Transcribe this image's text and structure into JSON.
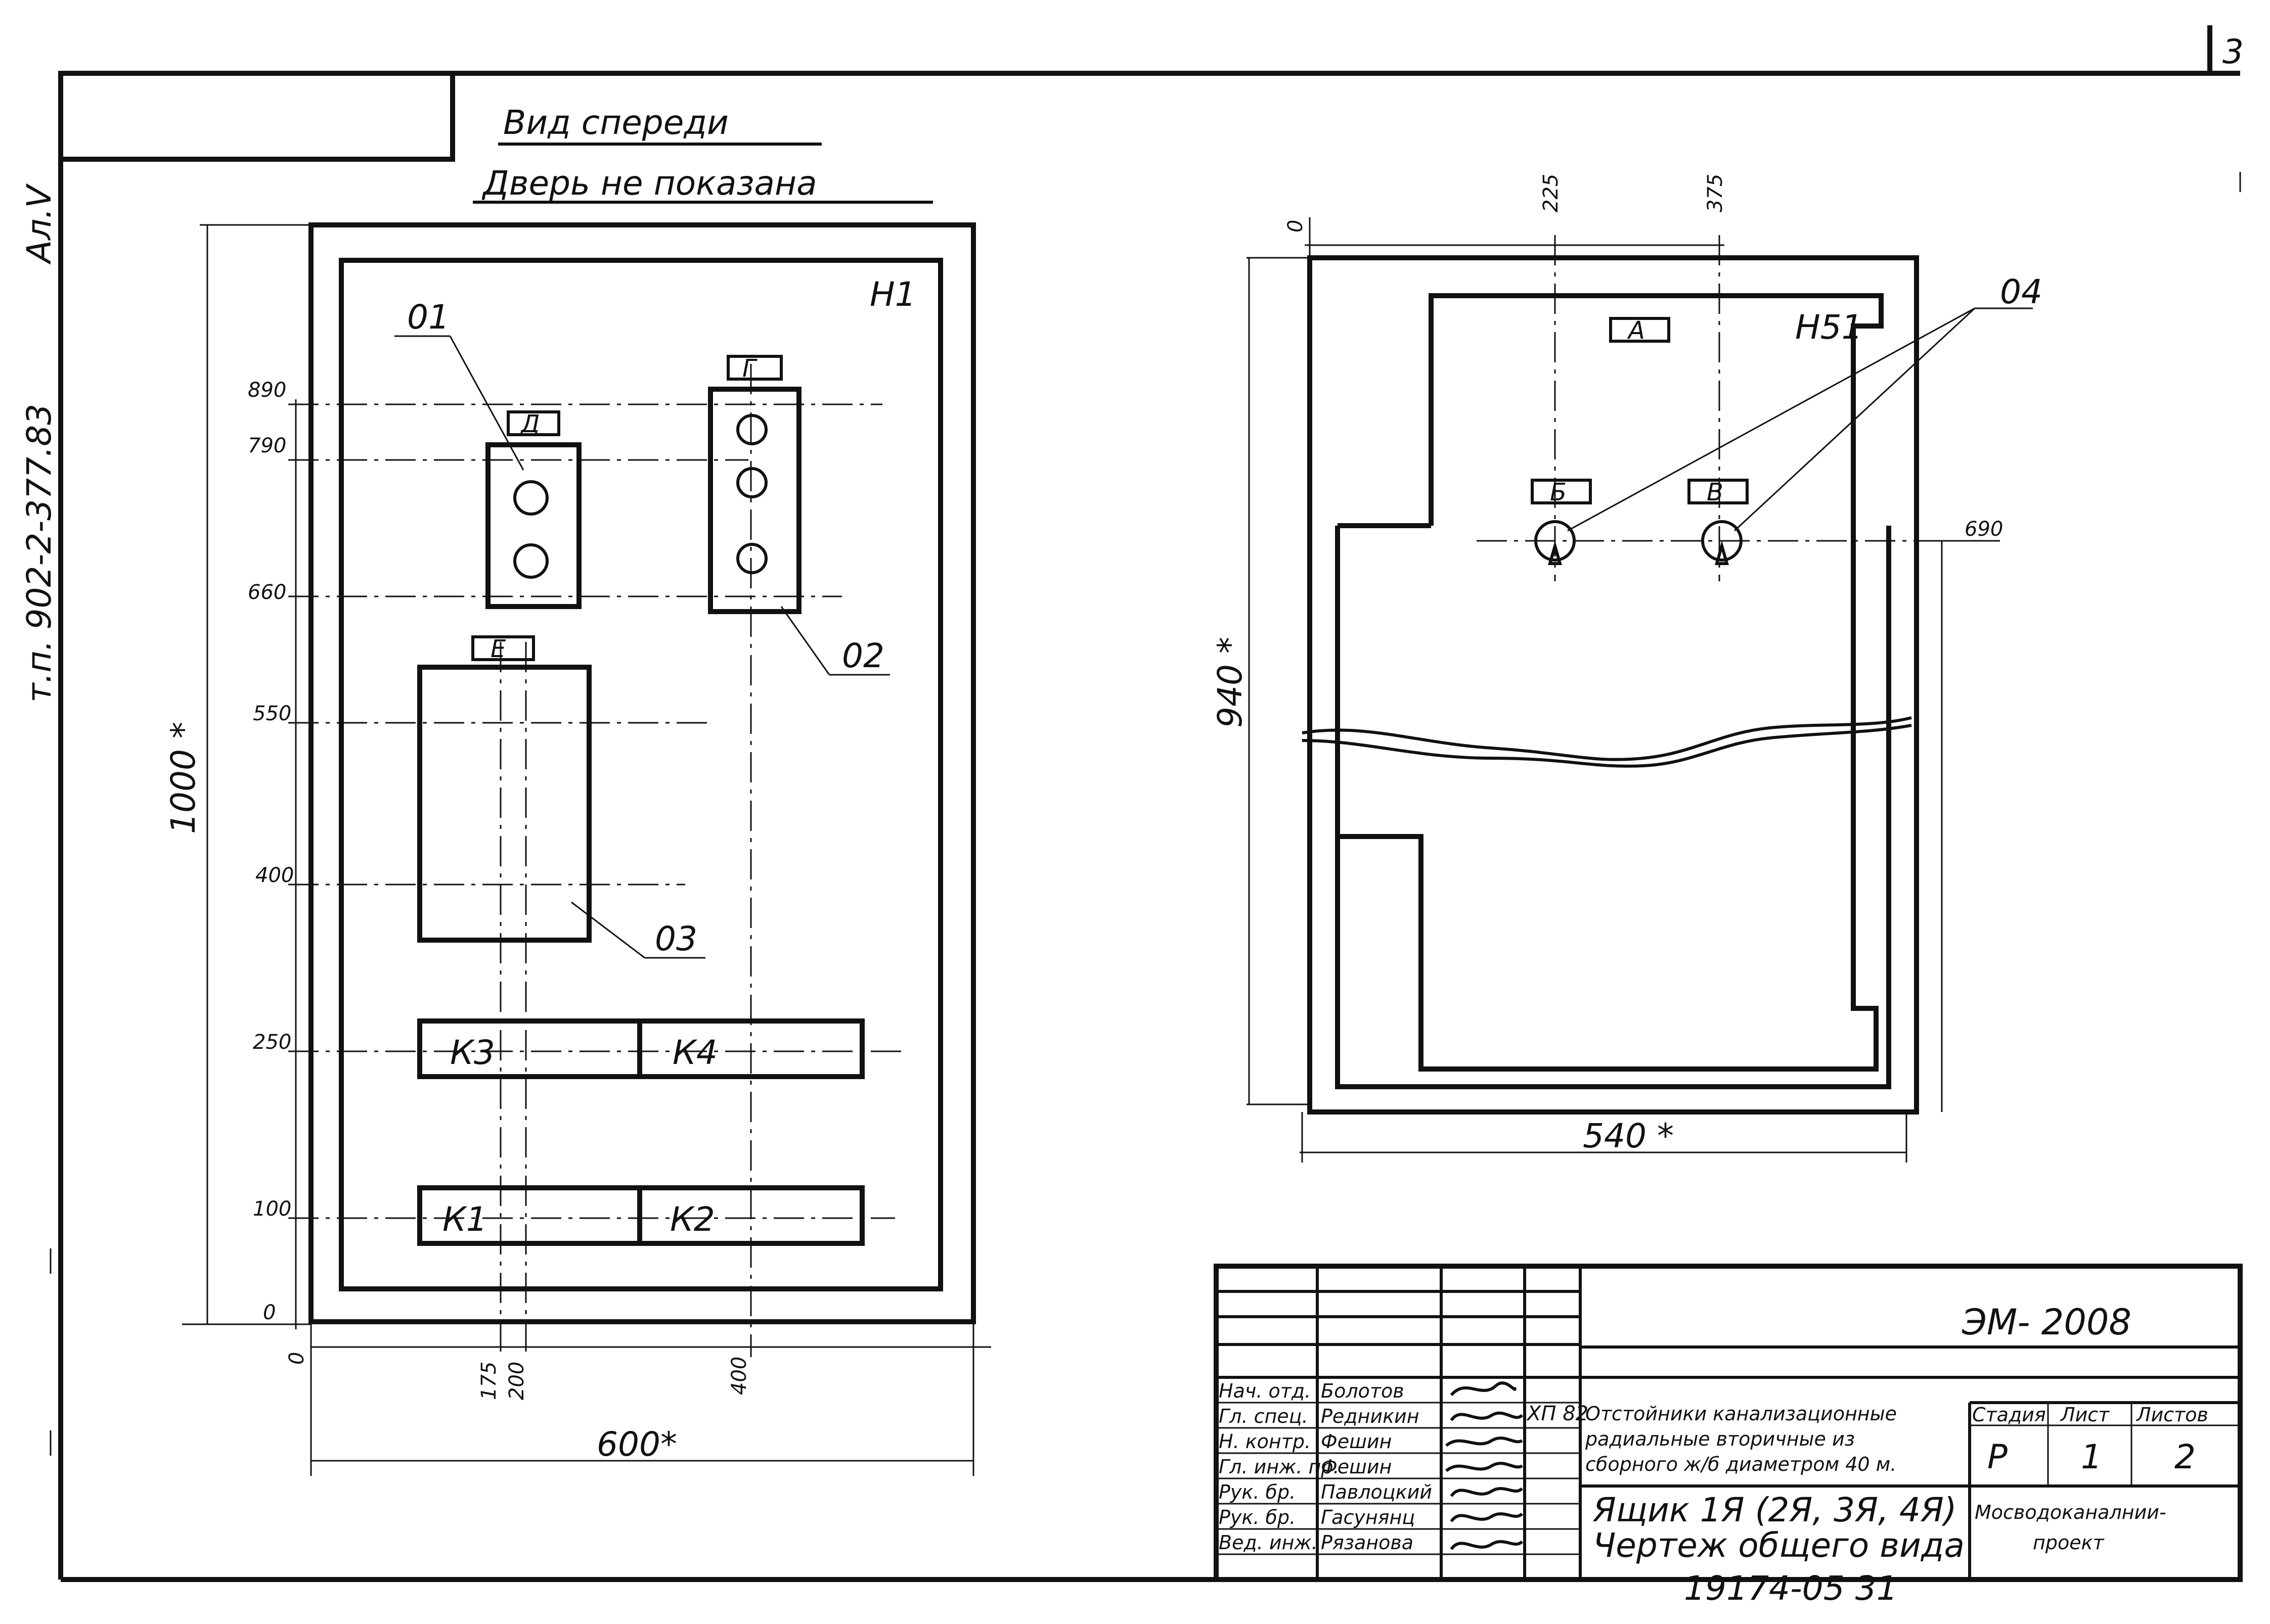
{
  "sheet": {
    "page_number": "3",
    "album": "Ал.V",
    "project_code": "т.п. 902-2-377.83",
    "bottom_number": "19174-05   31"
  },
  "front_view": {
    "title_line1": "Вид спереди",
    "title_line2": "Дверь не показана",
    "panel_label": "Н1",
    "height_dim": "1000 *",
    "width_dim": "600*",
    "levels": [
      "890",
      "790",
      "660",
      "550",
      "400",
      "250",
      "100",
      "0"
    ],
    "x_dims": [
      "0",
      "175",
      "200",
      "400"
    ],
    "callouts": [
      "01",
      "02",
      "03"
    ],
    "device_labels": [
      "Д",
      "Г",
      "Е"
    ],
    "terminal_labels": [
      "К3",
      "К4",
      "К1",
      "К2"
    ]
  },
  "side_view": {
    "panel_label": "Н51",
    "height_dim": "940 *",
    "width_dim": "540 *",
    "top_dims": [
      "0",
      "225",
      "375"
    ],
    "level_dim": "690",
    "callout": "04",
    "labels": [
      "А",
      "Б",
      "В"
    ]
  },
  "title_block": {
    "doc_code": "ЭМ- 2008",
    "roles": [
      "Нач. отд.",
      "Гл. спец.",
      "Н. контр.",
      "Гл. инж. пр.",
      "Рук. бр.",
      "Рук. бр.",
      "Вед. инж."
    ],
    "names": [
      "Болотов",
      "Редникин",
      "Фешин",
      "Фешин",
      "Павлоцкий",
      "Гасунянц",
      "Рязанова"
    ],
    "date_mark": "ХП 82",
    "description_line1": "Отстойники канализационные",
    "description_line2": "радиальные вторичные из",
    "description_line3": "сборного ж/б диаметром 40 м.",
    "sheet_title_line1": "Ящик 1Я (2Я, 3Я, 4Я)",
    "sheet_title_line2": "Чертеж общего вида",
    "col_stage": "Стадия",
    "col_sheet": "Лист",
    "col_sheets": "Листов",
    "val_stage": "Р",
    "val_sheet": "1",
    "val_sheets": "2",
    "org_line1": "Мосводоканалнии-",
    "org_line2": "проект"
  }
}
